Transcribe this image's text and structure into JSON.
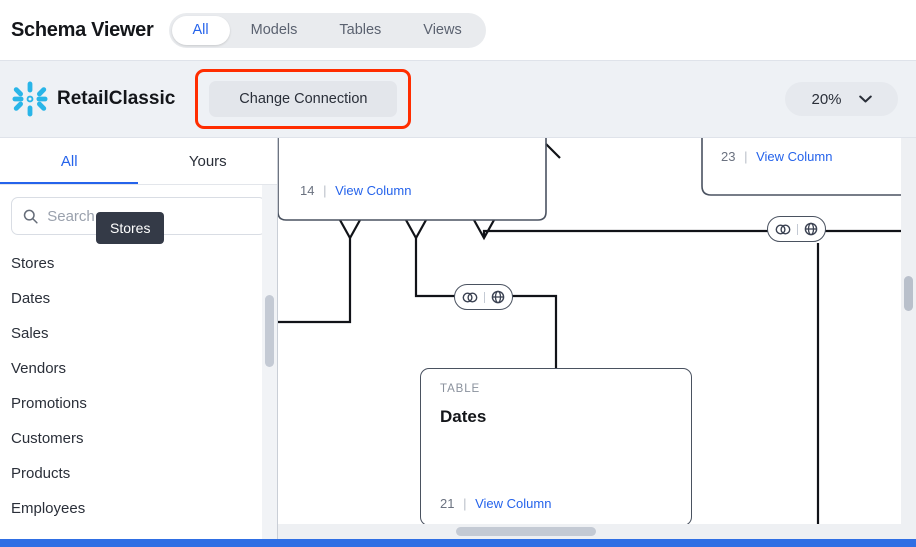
{
  "header": {
    "title": "Schema Viewer",
    "tabs": [
      {
        "label": "All",
        "active": true
      },
      {
        "label": "Models",
        "active": false
      },
      {
        "label": "Tables",
        "active": false
      },
      {
        "label": "Views",
        "active": false
      }
    ]
  },
  "connection_bar": {
    "logo_icon": "snowflake-icon",
    "connection_name": "RetailClassic",
    "change_connection_label": "Change Connection",
    "highlight_color": "#ff2d00",
    "zoom": {
      "value": "20%",
      "chevron_icon": "chevron-down-icon"
    }
  },
  "sidebar": {
    "tabs": [
      {
        "label": "All",
        "active": true
      },
      {
        "label": "Yours",
        "active": false
      }
    ],
    "search": {
      "icon": "search-icon",
      "placeholder": "Search",
      "value": ""
    },
    "tooltip": {
      "text": "Stores",
      "background": "#343a47"
    },
    "items": [
      {
        "label": "Stores"
      },
      {
        "label": "Dates"
      },
      {
        "label": "Sales"
      },
      {
        "label": "Vendors"
      },
      {
        "label": "Promotions"
      },
      {
        "label": "Customers"
      },
      {
        "label": "Products"
      },
      {
        "label": "Employees"
      }
    ]
  },
  "canvas": {
    "nodes": [
      {
        "id": "node-top-left",
        "kind": "",
        "title": "",
        "column_count": "14",
        "separator": "|",
        "view_column_label": "View Column"
      },
      {
        "id": "node-top-right",
        "kind": "",
        "title": "",
        "column_count": "23",
        "separator": "|",
        "view_column_label": "View Column"
      },
      {
        "id": "node-dates",
        "kind": "TABLE",
        "title": "Dates",
        "column_count": "21",
        "separator": "|",
        "view_column_label": "View Column"
      }
    ],
    "relationship_badges": [
      {
        "id": "badge-upper-right",
        "icons": [
          "relationship-icon",
          "globe-icon"
        ]
      },
      {
        "id": "badge-center",
        "icons": [
          "relationship-icon",
          "globe-icon"
        ]
      }
    ]
  },
  "colors": {
    "accent_blue": "#2563eb",
    "snowflake_blue": "#29b5e8",
    "bottom_bar": "#2f6fe4",
    "node_stroke": "#4a5260"
  }
}
